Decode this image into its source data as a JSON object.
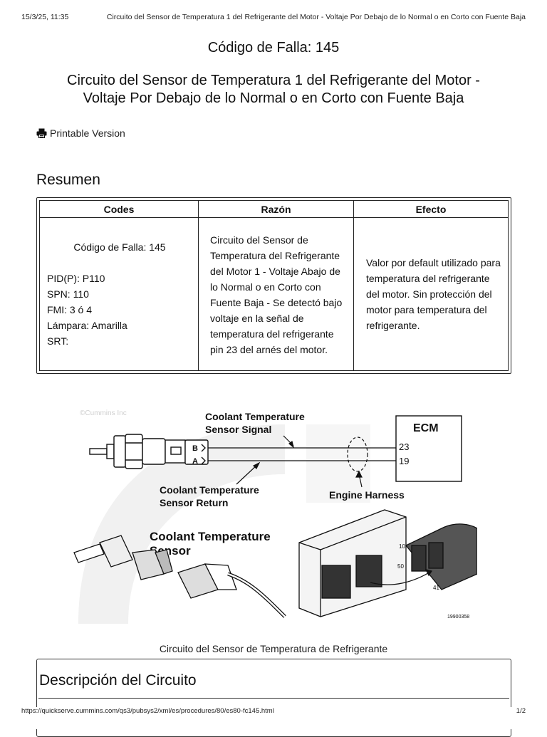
{
  "print_header": {
    "date": "15/3/25, 11:35",
    "doc_title": "Circuito del Sensor de Temperatura 1 del Refrigerante del Motor - Voltaje Por Debajo de lo Normal o en Corto con Fuente Baja"
  },
  "page_title": "Código de Falla: 145",
  "sub_title_line1": "Circuito del Sensor de Temperatura 1 del Refrigerante del Motor -",
  "sub_title_line2": "Voltaje Por Debajo de lo Normal o en Corto con Fuente Baja",
  "printable_label": "Printable Version",
  "summary": {
    "heading": "Resumen",
    "headers": [
      "Codes",
      "Razón",
      "Efecto"
    ],
    "codes": {
      "fault_code": "Código de Falla: 145",
      "pid": "PID(P): P110",
      "spn": "SPN: 110",
      "fmi": "FMI: 3 ó 4",
      "lamp": "Lámpara: Amarilla",
      "srt": "SRT:"
    },
    "razon": "Circuito del Sensor de Temperatura del Refrigerante del Motor 1 - Voltaje Abajo de lo Normal o en Corto con Fuente Baja - Se detectó bajo voltaje en la señal de temperatura del refrigerante pin 23 del arnés del motor.",
    "efecto": "Valor por default utilizado para temperatura del refrigerante del motor. Sin protección del motor para temperatura del refrigerante."
  },
  "diagram": {
    "watermark": "©Cummins Inc",
    "label_signal_1": "Coolant Temperature",
    "label_signal_2": "Sensor Signal",
    "label_return_1": "Coolant Temperature",
    "label_return_2": "Sensor Return",
    "label_harness": "Engine Harness",
    "label_ecm": "ECM",
    "pin_b": "B",
    "pin_a": "A",
    "pin_23": "23",
    "pin_19": "19",
    "label_sensor_1": "Coolant Temperature",
    "label_sensor_2": "Sensor",
    "connector_10": "10",
    "connector_50": "50",
    "connector_41": "41",
    "figure_id": "19900358"
  },
  "caption": "Circuito del Sensor de Temperatura de Refrigerante",
  "description": {
    "heading": "Descripción del Circuito"
  },
  "print_footer": {
    "url": "https://quickserve.cummins.com/qs3/pubsys2/xml/es/procedures/80/es80-fc145.html",
    "page": "1/2"
  }
}
